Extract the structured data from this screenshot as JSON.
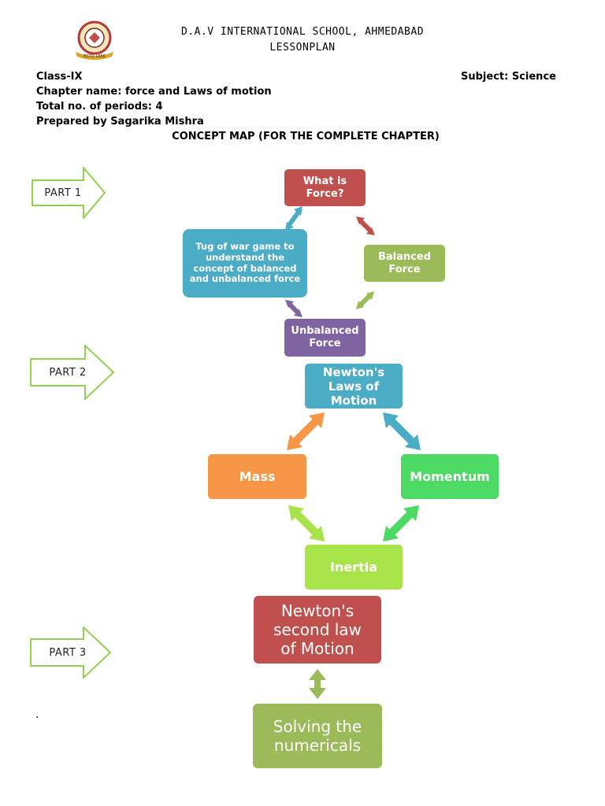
{
  "header": {
    "school": "D.A.V INTERNATIONAL SCHOOL, AHMEDABAD",
    "doc_type": "LESSONPLAN",
    "class": "Class-IX",
    "subject": "Subject: Science",
    "chapter": "Chapter name: force and Laws of motion",
    "periods": "Total no. of periods: 4",
    "prepared_by": "Prepared by Sagarika Mishra",
    "concept_map_title": "CONCEPT MAP (FOR THE COMPLETE CHAPTER)",
    "logo_text": "ESTD 1886"
  },
  "parts": [
    "PART 1",
    "PART 2",
    "PART 3"
  ],
  "nodes": {
    "what_is_force": "What is Force?",
    "tug_of_war": "Tug of war game to understand the concept of balanced and unbalanced force",
    "balanced_force": "Balanced Force",
    "unbalanced_force": "Unbalanced Force",
    "newtons_laws": "Newton's Laws of Motion",
    "mass": "Mass",
    "momentum": "Momentum",
    "inertia": "Inertia",
    "second_law": "Newton's second law of Motion",
    "numericals": "Solving the numericals"
  },
  "stray_mark": ".",
  "colors": {
    "red": "#C0504D",
    "teal": "#4BACC6",
    "green": "#9BBB59",
    "purple": "#8064A2",
    "orange": "#F79646",
    "bright_green": "#4CD964",
    "lime": "#A8E34A",
    "part_arrow": "#92D050"
  }
}
